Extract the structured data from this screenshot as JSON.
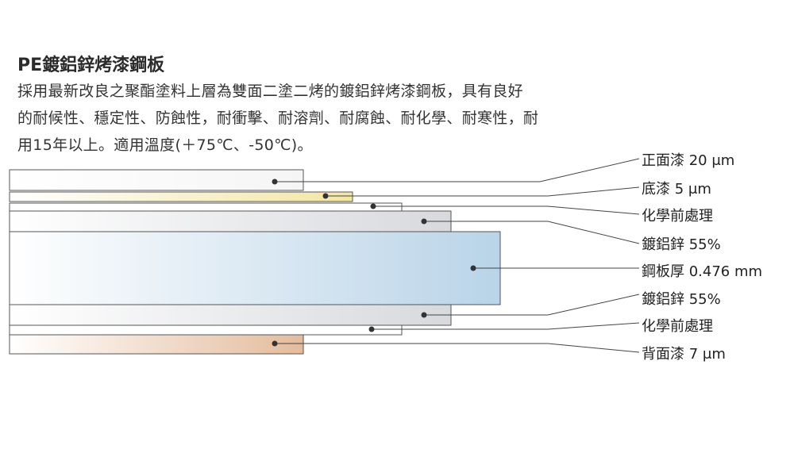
{
  "title": "PE鍍鋁鋅烤漆鋼板",
  "description": [
    "採用最新改良之聚酯塗料上層為雙面二塗二烤的鍍鋁鋅烤漆鋼板，具有良好",
    "的耐候性、穩定性、防蝕性，耐衝擊、耐溶劑、耐腐蝕、耐化學、耐寒性，耐",
    "用15年以上。適用溫度(＋75℃、-50℃)。"
  ],
  "layers": [
    {
      "label": "正面漆 20 μm",
      "color": "#fbfbfb"
    },
    {
      "label": "底漆 5 μm",
      "color": "#f7efbc"
    },
    {
      "label": "化學前處理",
      "color": "#ffffff"
    },
    {
      "label": "鍍鋁鋅 55%",
      "color": "#dedfe2"
    },
    {
      "label": "鋼板厚 0.476 mm",
      "color": "#bcd6e8"
    },
    {
      "label": "鍍鋁鋅 55%",
      "color": "#dedfe2"
    },
    {
      "label": "化學前處理",
      "color": "#ffffff"
    },
    {
      "label": "背面漆 7 μm",
      "color": "#e9c7ac"
    }
  ]
}
